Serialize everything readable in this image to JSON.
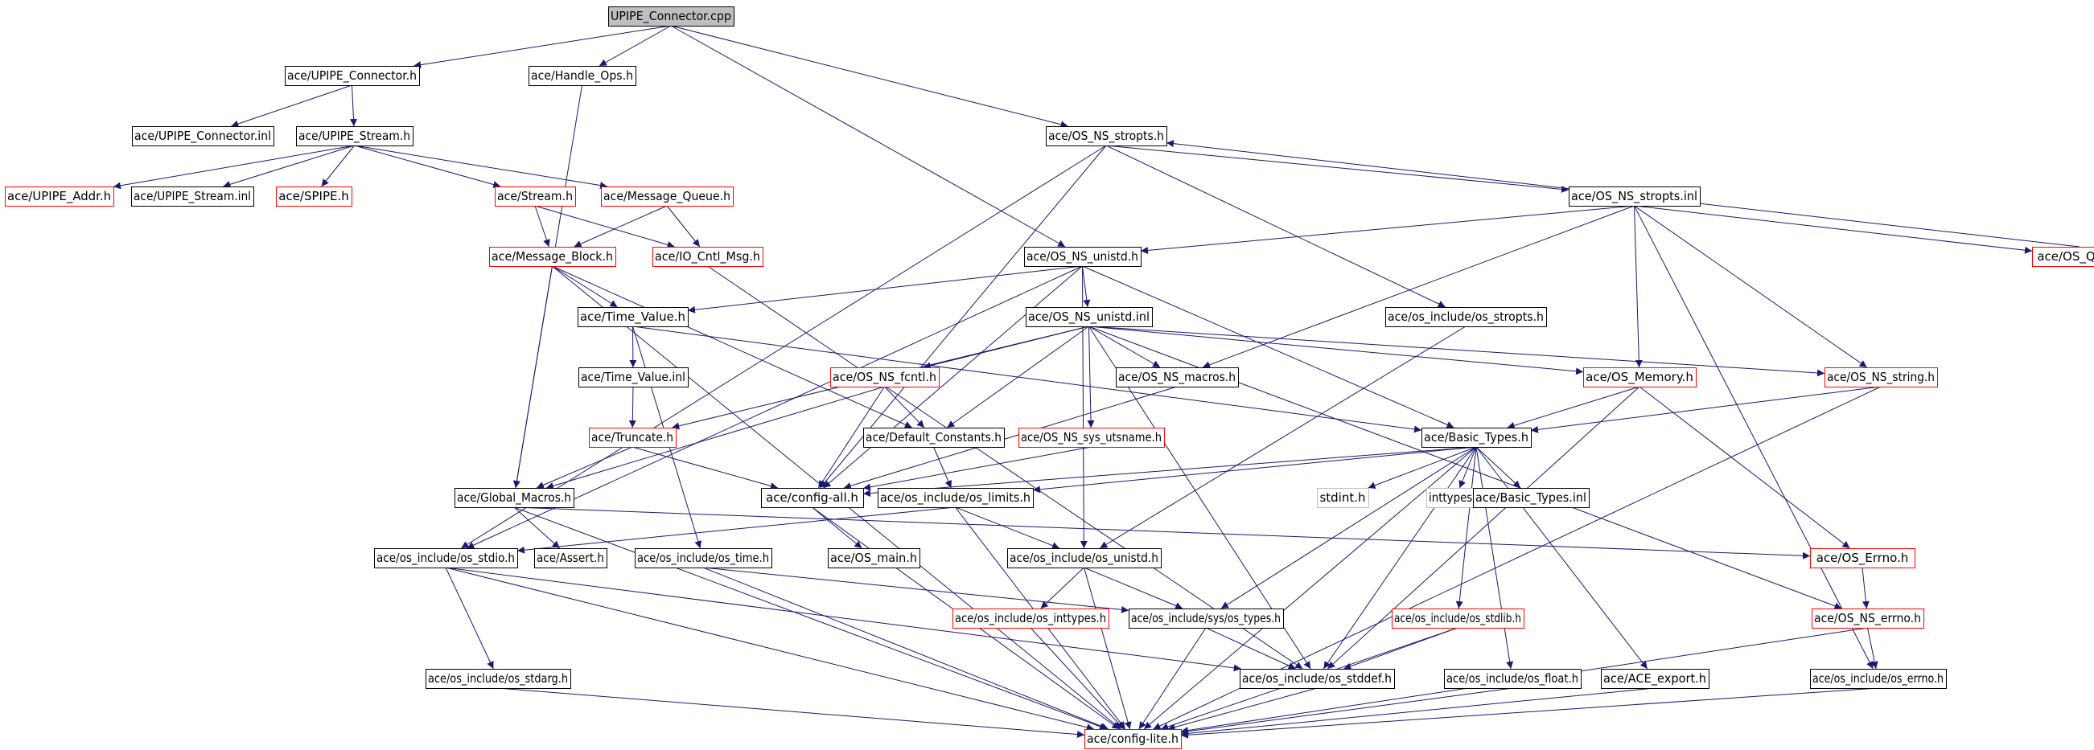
{
  "colors": {
    "edge": "#191970",
    "border_default": "#000000",
    "border_truncated": "#ff0000",
    "border_missing": "#bfbfbf",
    "root_fill": "#bfbfbf",
    "text": "#000000"
  },
  "nodes": [
    {
      "id": "root",
      "label": "UPIPE_Connector.cpp",
      "style": "root"
    },
    {
      "id": "upc_h",
      "label": "ace/UPIPE_Connector.h",
      "style": "default"
    },
    {
      "id": "handle_ops",
      "label": "ace/Handle_Ops.h",
      "style": "default"
    },
    {
      "id": "upc_inl",
      "label": "ace/UPIPE_Connector.inl",
      "style": "default"
    },
    {
      "id": "ups_h",
      "label": "ace/UPIPE_Stream.h",
      "style": "default"
    },
    {
      "id": "stropts_h",
      "label": "ace/OS_NS_stropts.h",
      "style": "default"
    },
    {
      "id": "upaddr",
      "label": "ace/UPIPE_Addr.h",
      "style": "truncated"
    },
    {
      "id": "ups_inl",
      "label": "ace/UPIPE_Stream.inl",
      "style": "default"
    },
    {
      "id": "spipe",
      "label": "ace/SPIPE.h",
      "style": "truncated"
    },
    {
      "id": "stream",
      "label": "ace/Stream.h",
      "style": "truncated"
    },
    {
      "id": "msgq",
      "label": "ace/Message_Queue.h",
      "style": "truncated"
    },
    {
      "id": "stropts_inl",
      "label": "ace/OS_NS_stropts.inl",
      "style": "default"
    },
    {
      "id": "msgblock",
      "label": "ace/Message_Block.h",
      "style": "truncated"
    },
    {
      "id": "iocntl",
      "label": "ace/IO_Cntl_Msg.h",
      "style": "truncated"
    },
    {
      "id": "unistd_h",
      "label": "ace/OS_NS_unistd.h",
      "style": "default"
    },
    {
      "id": "qos",
      "label": "ace/OS_QoS.h",
      "style": "truncated"
    },
    {
      "id": "timevalue",
      "label": "ace/Time_Value.h",
      "style": "default"
    },
    {
      "id": "unistd_inl",
      "label": "ace/OS_NS_unistd.inl",
      "style": "default"
    },
    {
      "id": "os_stropts",
      "label": "ace/os_include/os_stropts.h",
      "style": "default"
    },
    {
      "id": "timevalue_inl",
      "label": "ace/Time_Value.inl",
      "style": "default"
    },
    {
      "id": "fcntl",
      "label": "ace/OS_NS_fcntl.h",
      "style": "truncated"
    },
    {
      "id": "ns_macros",
      "label": "ace/OS_NS_macros.h",
      "style": "default"
    },
    {
      "id": "memory",
      "label": "ace/OS_Memory.h",
      "style": "truncated"
    },
    {
      "id": "ns_string",
      "label": "ace/OS_NS_string.h",
      "style": "truncated"
    },
    {
      "id": "truncate",
      "label": "ace/Truncate.h",
      "style": "truncated"
    },
    {
      "id": "defconst",
      "label": "ace/Default_Constants.h",
      "style": "default"
    },
    {
      "id": "utsname",
      "label": "ace/OS_NS_sys_utsname.h",
      "style": "truncated"
    },
    {
      "id": "basictypes",
      "label": "ace/Basic_Types.h",
      "style": "default"
    },
    {
      "id": "globalmacros",
      "label": "ace/Global_Macros.h",
      "style": "default"
    },
    {
      "id": "configall",
      "label": "ace/config-all.h",
      "style": "default"
    },
    {
      "id": "os_limits",
      "label": "ace/os_include/os_limits.h",
      "style": "default"
    },
    {
      "id": "stdint",
      "label": "stdint.h",
      "style": "missing"
    },
    {
      "id": "inttypes",
      "label": "inttypes.h",
      "style": "missing"
    },
    {
      "id": "basictypes_inl",
      "label": "ace/Basic_Types.inl",
      "style": "default"
    },
    {
      "id": "os_stdio",
      "label": "ace/os_include/os_stdio.h",
      "style": "default"
    },
    {
      "id": "assert",
      "label": "ace/Assert.h",
      "style": "default"
    },
    {
      "id": "os_time",
      "label": "ace/os_include/os_time.h",
      "style": "default"
    },
    {
      "id": "os_main",
      "label": "ace/OS_main.h",
      "style": "default"
    },
    {
      "id": "os_unistd",
      "label": "ace/os_include/os_unistd.h",
      "style": "default"
    },
    {
      "id": "oserrno",
      "label": "ace/OS_Errno.h",
      "style": "truncated"
    },
    {
      "id": "os_inttypes",
      "label": "ace/os_include/os_inttypes.h",
      "style": "truncated"
    },
    {
      "id": "sys_types",
      "label": "ace/os_include/sys/os_types.h",
      "style": "default"
    },
    {
      "id": "os_stdlib",
      "label": "ace/os_include/os_stdlib.h",
      "style": "truncated"
    },
    {
      "id": "ns_errno",
      "label": "ace/OS_NS_errno.h",
      "style": "truncated"
    },
    {
      "id": "os_stdarg",
      "label": "ace/os_include/os_stdarg.h",
      "style": "default"
    },
    {
      "id": "os_stddef",
      "label": "ace/os_include/os_stddef.h",
      "style": "default"
    },
    {
      "id": "os_float",
      "label": "ace/os_include/os_float.h",
      "style": "default"
    },
    {
      "id": "ace_export",
      "label": "ace/ACE_export.h",
      "style": "default"
    },
    {
      "id": "os_errno",
      "label": "ace/os_include/os_errno.h",
      "style": "default"
    },
    {
      "id": "configlite",
      "label": "ace/config-lite.h",
      "style": "truncated"
    }
  ],
  "edges": [
    [
      "root",
      "upc_h"
    ],
    [
      "root",
      "handle_ops"
    ],
    [
      "root",
      "stropts_h"
    ],
    [
      "root",
      "unistd_h"
    ],
    [
      "upc_h",
      "upc_inl"
    ],
    [
      "upc_h",
      "ups_h"
    ],
    [
      "handle_ops",
      "globalmacros"
    ],
    [
      "ups_h",
      "upaddr"
    ],
    [
      "ups_h",
      "ups_inl"
    ],
    [
      "ups_h",
      "spipe"
    ],
    [
      "ups_h",
      "stream"
    ],
    [
      "ups_h",
      "msgq"
    ],
    [
      "stream",
      "msgblock"
    ],
    [
      "stream",
      "iocntl"
    ],
    [
      "msgq",
      "msgblock"
    ],
    [
      "msgq",
      "iocntl"
    ],
    [
      "msgblock",
      "timevalue"
    ],
    [
      "msgblock",
      "globalmacros"
    ],
    [
      "msgblock",
      "defconst"
    ],
    [
      "msgblock",
      "configlite"
    ],
    [
      "iocntl",
      "os_stddef"
    ],
    [
      "stropts_h",
      "os_stdio"
    ],
    [
      "stropts_h",
      "configall"
    ],
    [
      "stropts_h",
      "os_stropts"
    ],
    [
      "stropts_h",
      "stropts_inl"
    ],
    [
      "stropts_inl",
      "unistd_h"
    ],
    [
      "stropts_inl",
      "ns_macros"
    ],
    [
      "stropts_inl",
      "memory"
    ],
    [
      "stropts_inl",
      "ns_string"
    ],
    [
      "stropts_inl",
      "qos"
    ],
    [
      "stropts_inl",
      "os_errno"
    ],
    [
      "qos",
      "stropts_h"
    ],
    [
      "unistd_h",
      "timevalue"
    ],
    [
      "unistd_h",
      "os_stdio"
    ],
    [
      "unistd_h",
      "configall"
    ],
    [
      "unistd_h",
      "unistd_inl"
    ],
    [
      "unistd_h",
      "basictypes"
    ],
    [
      "unistd_h",
      "os_unistd"
    ],
    [
      "timevalue",
      "timevalue_inl"
    ],
    [
      "timevalue",
      "os_time"
    ],
    [
      "timevalue",
      "basictypes"
    ],
    [
      "timevalue_inl",
      "truncate"
    ],
    [
      "unistd_inl",
      "fcntl"
    ],
    [
      "unistd_inl",
      "truncate"
    ],
    [
      "unistd_inl",
      "defconst"
    ],
    [
      "unistd_inl",
      "utsname"
    ],
    [
      "unistd_inl",
      "ns_macros"
    ],
    [
      "unistd_inl",
      "memory"
    ],
    [
      "unistd_inl",
      "ns_string"
    ],
    [
      "unistd_inl",
      "ns_errno"
    ],
    [
      "unistd_inl",
      "os_stddef"
    ],
    [
      "fcntl",
      "globalmacros"
    ],
    [
      "fcntl",
      "defconst"
    ],
    [
      "fcntl",
      "configall"
    ],
    [
      "truncate",
      "globalmacros"
    ],
    [
      "truncate",
      "configall"
    ],
    [
      "utsname",
      "configall"
    ],
    [
      "ns_macros",
      "configall"
    ],
    [
      "os_stropts",
      "os_unistd"
    ],
    [
      "memory",
      "basictypes"
    ],
    [
      "memory",
      "oserrno"
    ],
    [
      "memory",
      "os_stddef"
    ],
    [
      "ns_string",
      "basictypes"
    ],
    [
      "ns_string",
      "configlite"
    ],
    [
      "defconst",
      "os_limits"
    ],
    [
      "basictypes",
      "configall"
    ],
    [
      "basictypes",
      "stdint"
    ],
    [
      "basictypes",
      "inttypes"
    ],
    [
      "basictypes",
      "basictypes_inl"
    ],
    [
      "basictypes",
      "os_limits"
    ],
    [
      "basictypes",
      "sys_types"
    ],
    [
      "basictypes",
      "os_stddef"
    ],
    [
      "basictypes",
      "os_stdlib"
    ],
    [
      "basictypes",
      "os_float"
    ],
    [
      "basictypes",
      "ace_export"
    ],
    [
      "basictypes",
      "configlite"
    ],
    [
      "globalmacros",
      "assert"
    ],
    [
      "globalmacros",
      "oserrno"
    ],
    [
      "globalmacros",
      "configlite"
    ],
    [
      "configall",
      "os_main"
    ],
    [
      "configall",
      "configlite"
    ],
    [
      "os_limits",
      "os_unistd"
    ],
    [
      "os_limits",
      "os_stdio"
    ],
    [
      "os_limits",
      "configlite"
    ],
    [
      "os_stdio",
      "os_stdarg"
    ],
    [
      "os_stdio",
      "os_stddef"
    ],
    [
      "os_stdio",
      "configlite"
    ],
    [
      "os_time",
      "sys_types"
    ],
    [
      "os_time",
      "configlite"
    ],
    [
      "os_unistd",
      "os_inttypes"
    ],
    [
      "os_unistd",
      "sys_types"
    ],
    [
      "os_unistd",
      "configlite"
    ],
    [
      "oserrno",
      "ns_errno"
    ],
    [
      "os_inttypes",
      "configlite"
    ],
    [
      "sys_types",
      "os_stddef"
    ],
    [
      "sys_types",
      "configlite"
    ],
    [
      "os_stdlib",
      "os_stddef"
    ],
    [
      "os_stdlib",
      "configlite"
    ],
    [
      "ns_errno",
      "os_errno"
    ],
    [
      "ns_errno",
      "configlite"
    ],
    [
      "os_stdarg",
      "configlite"
    ],
    [
      "os_stddef",
      "configlite"
    ],
    [
      "os_float",
      "configlite"
    ],
    [
      "ace_export",
      "configlite"
    ],
    [
      "os_errno",
      "configlite"
    ]
  ]
}
